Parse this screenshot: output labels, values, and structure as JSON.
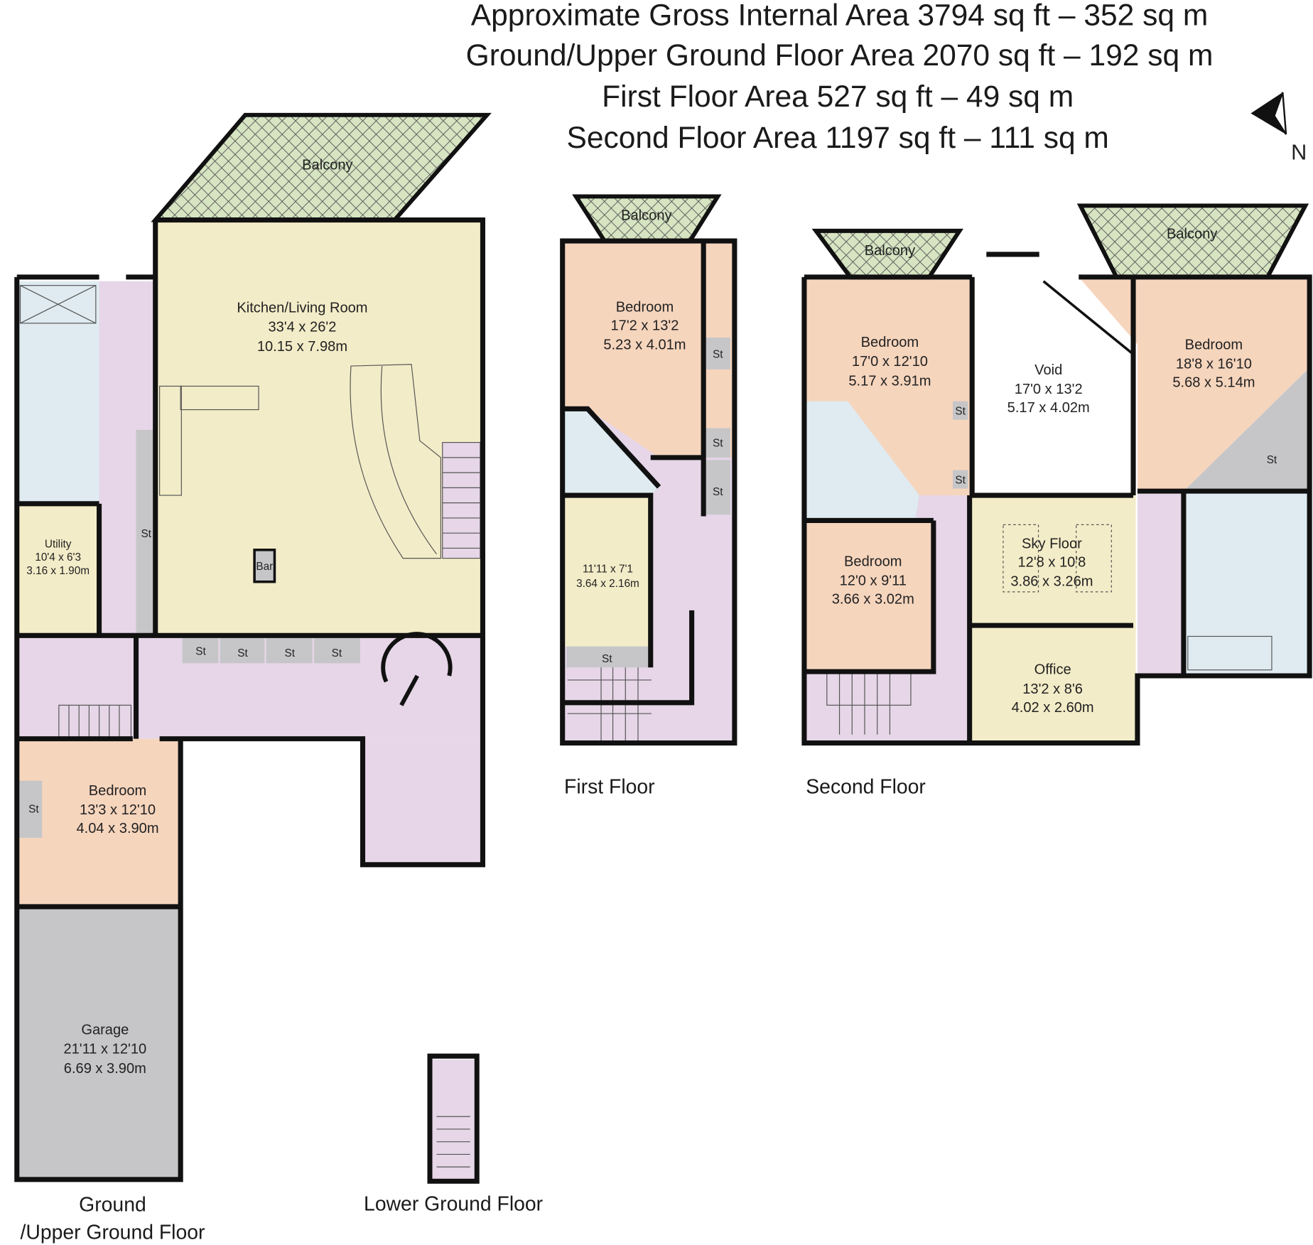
{
  "header": {
    "lines": [
      "Approximate Gross Internal Area 3794 sq ft – 352 sq m",
      "Ground/Upper Ground Floor Area 2070 sq ft – 192 sq m",
      "First Floor Area 527 sq ft – 49 sq m",
      "Second Floor Area 1197 sq ft – 111 sq m"
    ]
  },
  "compass": {
    "label": "N"
  },
  "colors": {
    "bedroom": "#f6d5bd",
    "living": "#f3ecc8",
    "circulation": "#e6d6e8",
    "bathroom": "#dfebf1",
    "storage": "#c6c6c8",
    "balcony": "#d6e4c2"
  },
  "ground": {
    "label_1": "Ground",
    "label_2": "/Upper Ground Floor",
    "balcony": "Balcony",
    "kitchen": {
      "name": "Kitchen/Living Room",
      "imp": "33'4 x 26'2",
      "met": "10.15 x 7.98m"
    },
    "utility": {
      "name": "Utility",
      "imp": "10'4 x 6'3",
      "met": "3.16 x 1.90m"
    },
    "bedroom": {
      "name": "Bedroom",
      "imp": "13'3 x 12'10",
      "met": "4.04 x 3.90m"
    },
    "garage": {
      "name": "Garage",
      "imp": "21'11 x 12'10",
      "met": "6.69 x 3.90m"
    },
    "bar": "Bar",
    "st": "St"
  },
  "lower_ground": {
    "label": "Lower Ground Floor"
  },
  "first": {
    "label": "First Floor",
    "balcony": "Balcony",
    "bedroom": {
      "name": "Bedroom",
      "imp": "17'2 x 13'2",
      "met": "5.23 x 4.01m"
    },
    "room": {
      "imp": "11'11 x 7'1",
      "met": "3.64 x 2.16m"
    },
    "st": "St"
  },
  "second": {
    "label": "Second Floor",
    "balcony": "Balcony",
    "bedroom1": {
      "name": "Bedroom",
      "imp": "17'0 x 12'10",
      "met": "5.17 x 3.91m"
    },
    "bedroom2": {
      "name": "Bedroom",
      "imp": "12'0 x 9'11",
      "met": "3.66 x 3.02m"
    },
    "void": {
      "name": "Void",
      "imp": "17'0 x 13'2",
      "met": "5.17 x 4.02m"
    },
    "bedroom3": {
      "name": "Bedroom",
      "imp": "18'8 x 16'10",
      "met": "5.68 x 5.14m"
    },
    "sky": {
      "name": "Sky Floor",
      "imp": "12'8 x 10'8",
      "met": "3.86 x 3.26m"
    },
    "office": {
      "name": "Office",
      "imp": "13'2 x 8'6",
      "met": "4.02 x 2.60m"
    },
    "st": "St"
  }
}
